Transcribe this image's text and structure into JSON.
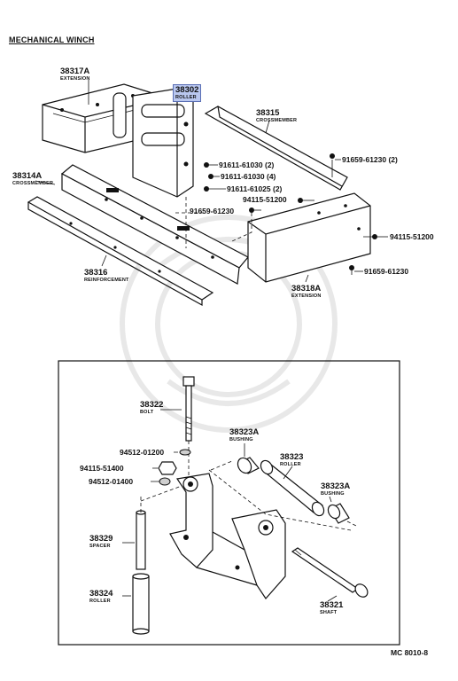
{
  "title": "MECHANICAL WINCH",
  "footer_code": "MC 8010-8",
  "parts": {
    "p38317A": {
      "number": "38317A",
      "name": "EXTENSION"
    },
    "p38302": {
      "number": "38302",
      "name": "ROLLER"
    },
    "p38315": {
      "number": "38315",
      "name": "CROSSMEMBER"
    },
    "p38314A": {
      "number": "38314A",
      "name": "CROSSMEMBER"
    },
    "p38316": {
      "number": "38316",
      "name": "REINFORCEMENT"
    },
    "p38318A": {
      "number": "38318A",
      "name": "EXTENSION"
    },
    "p38322": {
      "number": "38322",
      "name": "BOLT"
    },
    "p38323A_1": {
      "number": "38323A",
      "name": "BUSHING"
    },
    "p38323": {
      "number": "38323",
      "name": "ROLLER"
    },
    "p38323A_2": {
      "number": "38323A",
      "name": "BUSHING"
    },
    "p38329": {
      "number": "38329",
      "name": "SPACER"
    },
    "p38324": {
      "number": "38324",
      "name": "ROLLER"
    },
    "p38321": {
      "number": "38321",
      "name": "SHAFT"
    }
  },
  "fasteners": {
    "f1": "91611-61030 (2)",
    "f2": "91611-61030 (4)",
    "f3": "91611-61025 (2)",
    "f4": "94115-51200",
    "f5": "91659-61230",
    "f6": "91659-61230 (2)",
    "f7": "94115-51200",
    "f8": "91659-61230",
    "f9": "94512-01200",
    "f10": "94115-51400",
    "f11": "94512-01400"
  }
}
